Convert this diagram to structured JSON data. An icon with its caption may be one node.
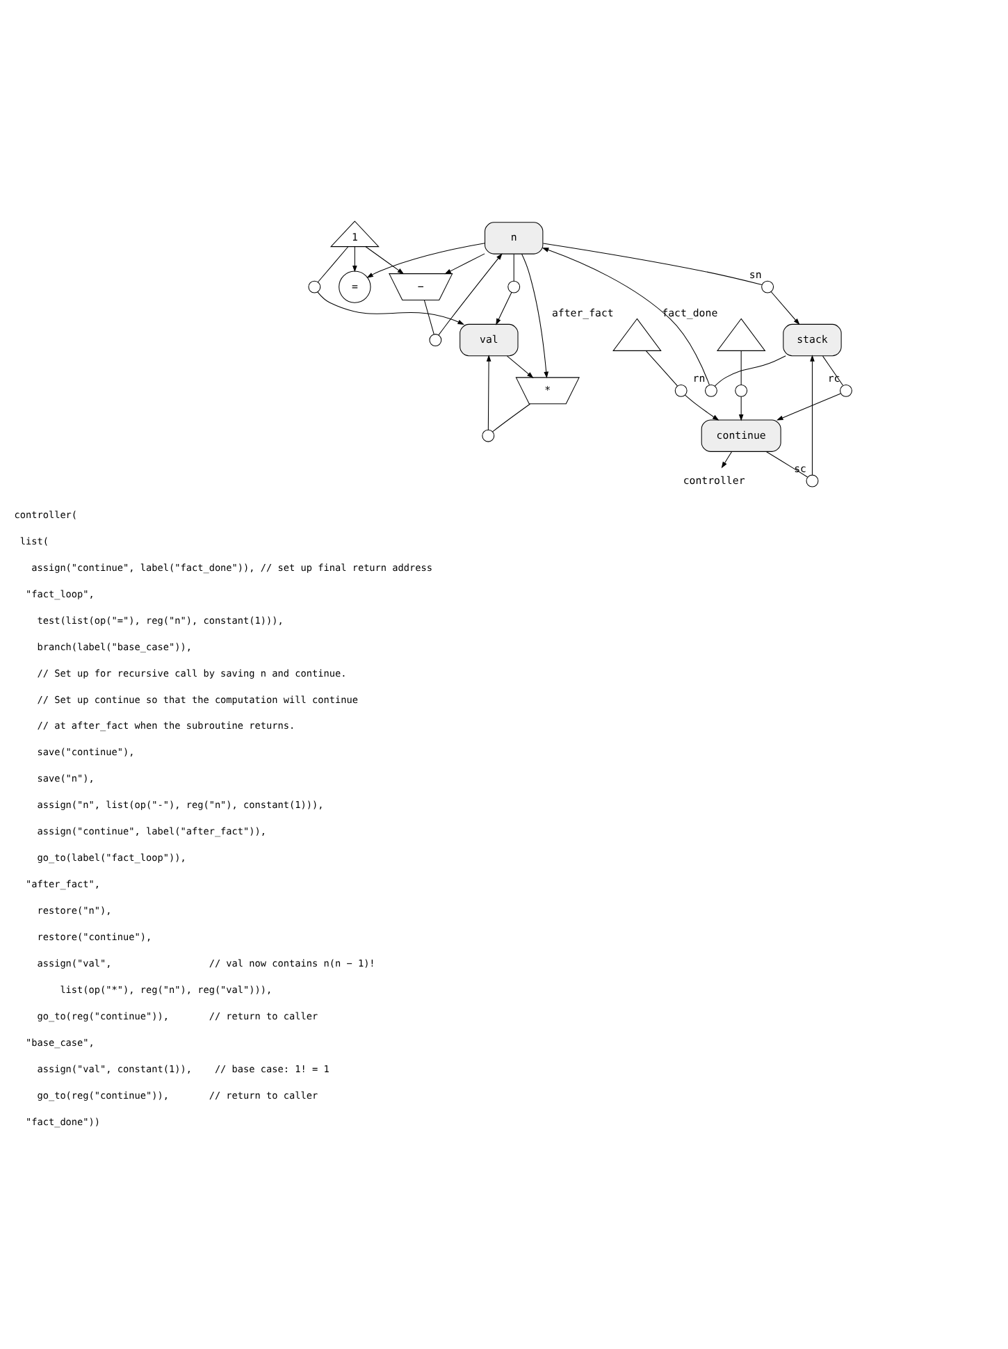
{
  "diagram": {
    "nodes": [
      {
        "text": [
          "="
        ]
      },
      {
        "text": [
          "val"
        ]
      },
      {
        "text": [
          "n"
        ]
      },
      {
        "text": [
          "stack"
        ]
      },
      {
        "text": [
          "*"
        ]
      },
      {
        "text": [
          "−"
        ]
      },
      {
        "text": [
          "continue"
        ]
      },
      {
        "text": [
          "1"
        ]
      },
      {
        "text": [],
        "shape": "triangle",
        "beside": [
          "after_fact"
        ]
      },
      {
        "text": [],
        "shape": "triangle",
        "beside": [
          "fact_done"
        ]
      },
      {
        "text": [
          "controller"
        ]
      },
      {
        "text": [],
        "shape": "circle"
      },
      {
        "text": [],
        "shape": "circle"
      },
      {
        "text": [],
        "shape": "circle"
      },
      {
        "text": [],
        "shape": "circle"
      },
      {
        "text": [],
        "shape": "circle",
        "beside": [
          "sn"
        ]
      },
      {
        "text": [],
        "shape": "circle",
        "beside": [
          "rn"
        ]
      },
      {
        "text": [],
        "shape": "circle",
        "beside": [
          "rc"
        ]
      },
      {
        "text": [],
        "shape": "circle",
        "beside": [
          "sc"
        ]
      },
      {
        "text": [],
        "shape": "circle"
      },
      {
        "text": [],
        "shape": "circle"
      }
    ],
    "edges": [
      {
        "from": 7,
        "to": 0,
        "arrow": "to"
      },
      {
        "from": 7,
        "to": 11,
        "arrow": "none"
      },
      {
        "from": 11,
        "to": 1,
        "arrow": "to"
      },
      {
        "from": 7,
        "to": 5,
        "arrow": "to"
      },
      {
        "from": 2,
        "to": 0,
        "arrow": "to"
      },
      {
        "from": 2,
        "to": 12,
        "arrow": "none"
      },
      {
        "from": 12,
        "to": 1,
        "arrow": "to"
      },
      {
        "from": 1,
        "to": 4,
        "arrow": "to"
      },
      {
        "from": 2,
        "to": 4,
        "arrow": "to"
      },
      {
        "from": 2,
        "to": 5,
        "arrow": "to"
      },
      {
        "from": 4,
        "to": 13,
        "arrow": "none"
      },
      {
        "from": 13,
        "to": 1,
        "arrow": "to"
      },
      {
        "from": 5,
        "to": 14,
        "arrow": "none"
      },
      {
        "from": 14,
        "to": 2,
        "arrow": "to"
      },
      {
        "from": 2,
        "to": 15,
        "arrow": "none"
      },
      {
        "from": 15,
        "to": 3,
        "arrow": "to"
      },
      {
        "from": 3,
        "to": 16,
        "arrow": "none"
      },
      {
        "from": 16,
        "to": 2,
        "arrow": "to"
      },
      {
        "from": 3,
        "to": 17,
        "arrow": "none"
      },
      {
        "from": 17,
        "to": 6,
        "arrow": "to"
      },
      {
        "from": 6,
        "to": 18,
        "arrow": "none"
      },
      {
        "from": 18,
        "to": 3,
        "arrow": "to"
      },
      {
        "from": 8,
        "to": 19,
        "arrow": "none"
      },
      {
        "from": 19,
        "to": 6,
        "arrow": "to"
      },
      {
        "from": 9,
        "to": 20,
        "arrow": "none"
      },
      {
        "from": 20,
        "to": 6,
        "arrow": "to"
      },
      {
        "from": 6,
        "to": 10,
        "arrow": "to"
      }
    ],
    "labels": [
      "controller(",
      "  list(",
      "    assign(\"continue\", label(\"fact_done\")), // set up final return address",
      "   \"fact_loop\",",
      "     test(list(op(\"=\"), reg(\"n\"), constant(1))),",
      "     branch(label(\"base_case\")),",
      "     // Set up for recursive call by saving n and continue.",
      "     // Set up continue so that the computation will continue",
      "     // at after_fact when the subroutine returns.",
      "     save(\"continue\"),",
      "     save(\"n\"),",
      "     assign(\"n\", list(op(\"-\"), reg(\"n\"), constant(1))),",
      "     assign(\"continue\", label(\"after_fact\")),",
      "     go_to(label(\"fact_loop\")),",
      "   \"after_fact\",",
      "     restore(\"n\"),",
      "     restore(\"continue\"),",
      "     assign(\"val\",                 // val now contains n(n − 1)!",
      "         list(op(\"*\"), reg(\"n\"), reg(\"val\"))),",
      "     go_to(reg(\"continue\")),       // return to caller",
      "   \"base_case\",",
      "     assign(\"val\", constant(1)),    // base case: 1! = 1",
      "     go_to(reg(\"continue\")),       // return to caller",
      "   \"fact_done\"))"
    ]
  }
}
